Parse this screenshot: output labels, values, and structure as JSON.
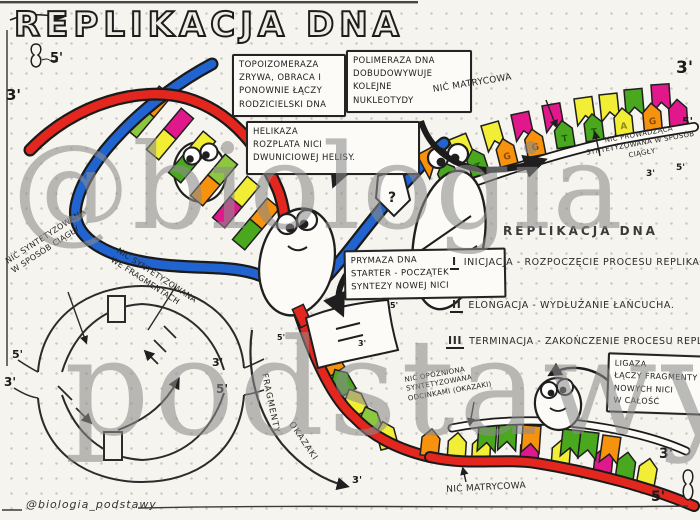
{
  "page": {
    "title": "REPLIKACJA DNA",
    "signature": "@biologia_podstawy",
    "watermark": {
      "line1": "@biologia",
      "line2": "podstawy"
    }
  },
  "boxes": {
    "topoizomeraza": "TOPOIZOMERAZA\nZRYWA, OBRACA I\nPONOWNIE ŁĄCZY\nRODZICIELSKI DNA",
    "polimeraza": "POLIMERAZA DNA\nDOBUDOWYWUJE\nKOLEJNE\nNUKLEOTYDY",
    "helikaza": "HELIKAZA\nROZPLATA NICI\nDWUNICIOWEJ HELISY.",
    "prymaza": "PRYMAZA DNA\nSTARTER - POCZĄTEK\nSYNTEZY NOWEJ NICI",
    "ligaza": "LIGAZA\nŁĄCZY FRAGMENTY\nNOWYCH NICI\nW CAŁOŚĆ"
  },
  "labels": {
    "nic_matrycowa_top": "NIĆ MATRYCOWA",
    "nic_matrycowa_bottom": "NIĆ MATRYCOWA",
    "nic_prowadzaca": "NIĆ PROWADZĄCA\nSYNTETYZOWANA W SPOSÓB\nCIĄGŁY",
    "nic_opozniona": "NIĆ OPÓŹNIONA\nSYNTETYZOWANA\nODCINKAMI (OKAZAKI)",
    "nic_ciagla": "NIĆ SYNTETYZOWANA\nW SPOSÓB CIĄGŁY",
    "nic_fragmenty": "NIĆ SYNTETYZOWANA\nWE FRAGMENTACH",
    "fragmenty_okazaki_1": "FRAGMENTY",
    "fragmenty_okazaki_2": "OKAZAKI",
    "question_mark": "?"
  },
  "steps": {
    "heading": "REPLIKACJA DNA",
    "items": [
      {
        "num": "I",
        "text": "INICJACJA - ROZPOCZĘCIE PROCESU REPLIKACJI."
      },
      {
        "num": "II",
        "text": "ELONGACJA - WYDŁUŻANIE ŁAŃCUCHA."
      },
      {
        "num": "III",
        "text": "TERMINACJA - ZAKOŃCZENIE PROCESU REPLIKACJI"
      }
    ]
  },
  "primes": [
    "5'",
    "3'",
    "3'",
    "5'",
    "3'",
    "5'",
    "5'",
    "3'",
    "3'",
    "5'",
    "5'",
    "3'",
    "5'",
    "3'",
    "3'",
    "5'"
  ],
  "nucleotides": {
    "letters_leading": [
      "T",
      "T",
      "G",
      "G",
      "T",
      "T",
      "A",
      "G"
    ]
  },
  "colors": {
    "backbone_blue": "#2264cf",
    "backbone_red": "#e3271f",
    "green": "#4aa81e",
    "light_green": "#8dc63f",
    "orange": "#f6920d",
    "yellow": "#f2ee35",
    "magenta": "#e0188c",
    "ink": "#1f1f1f",
    "paper": "#f6f4ee",
    "watermark_gray": "#8c8c8c"
  }
}
